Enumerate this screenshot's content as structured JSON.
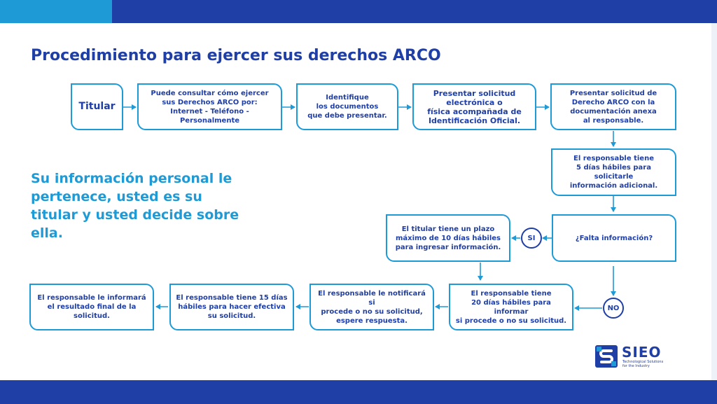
{
  "title": "Procedimiento para ejercer sus derechos ARCO",
  "tagline": "Su información personal le pertenece, usted es su titular y usted decide sobre ella.",
  "steps": {
    "titular": "Titular",
    "consultar": "Puede consultar cómo ejercer\nsus Derechos ARCO por:\nInternet - Teléfono - Personalmente",
    "identifique": "Identifique\nlos documentos\nque debe presentar.",
    "presentar_solicitud": "Presentar solicitud\nelectrónica o\nfísica acompañada de\nIdentificación Oficial.",
    "presentar_derecho": "Presentar solicitud de\nDerecho ARCO con la\ndocumentación anexa\nal responsable.",
    "cinco_dias": "El responsable tiene\n5 días hábiles para solicitarle\ninformación adicional.",
    "falta_info": "¿Falta información?",
    "titular_plazo": "El titular tiene un plazo\nmáximo de 10 días hábiles\npara ingresar información.",
    "veinte_dias": "El responsable tiene\n20 días hábiles para informar\nsi procede o no su solicitud.",
    "notificara": "El responsable le notificará si\nprocede o no su solicitud,\nespere respuesta.",
    "quince_dias": "El responsable tiene 15 días\nhábiles para hacer efectiva\nsu solicitud.",
    "resultado": "El responsable le informará\nel resultado final de la\nsolicitud."
  },
  "decisions": {
    "si": "SI",
    "no": "NO"
  },
  "logo": {
    "name": "SIEO",
    "subtitle": "Technological Solutions\nfor the Industry",
    "icon": "sieo-logo-icon"
  },
  "colors": {
    "primary": "#1f3fa6",
    "accent": "#1e9ad6",
    "background": "#ffffff"
  }
}
